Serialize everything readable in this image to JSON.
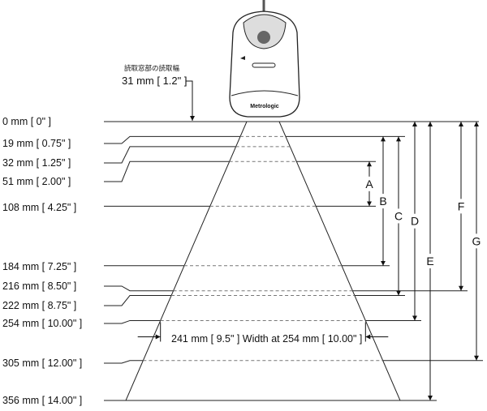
{
  "window_label": {
    "jp": "読取窓部の読取幅",
    "value": "31 mm [ 1.2\" ]"
  },
  "scanner_brand": "Metrologic",
  "levels": [
    {
      "mm": 0,
      "label": "0 mm [ 0\" ]"
    },
    {
      "mm": 19,
      "label": "19 mm [ 0.75\" ]"
    },
    {
      "mm": 32,
      "label": "32 mm [ 1.25\" ]"
    },
    {
      "mm": 51,
      "label": "51 mm [ 2.00\" ]"
    },
    {
      "mm": 108,
      "label": "108 mm [ 4.25\" ]"
    },
    {
      "mm": 184,
      "label": "184 mm [ 7.25\" ]"
    },
    {
      "mm": 216,
      "label": "216 mm [ 8.50\" ]"
    },
    {
      "mm": 222,
      "label": "222 mm [ 8.75\" ]"
    },
    {
      "mm": 254,
      "label": "254 mm [ 10.00\" ]"
    },
    {
      "mm": 305,
      "label": "305 mm [ 12.00\" ]"
    },
    {
      "mm": 356,
      "label": "356 mm [ 14.00\" ]"
    }
  ],
  "ranges": [
    {
      "name": "A",
      "from": 51,
      "to": 108
    },
    {
      "name": "B",
      "from": 19,
      "to": 184
    },
    {
      "name": "C",
      "from": 19,
      "to": 222
    },
    {
      "name": "D",
      "from": 0,
      "to": 254
    },
    {
      "name": "E",
      "from": 0,
      "to": 356
    },
    {
      "name": "F",
      "from": 0,
      "to": 216
    },
    {
      "name": "G",
      "from": 0,
      "to": 305
    }
  ],
  "width_note": "241 mm [ 9.5\" ] Width at 254 mm [ 10.00\" ]"
}
